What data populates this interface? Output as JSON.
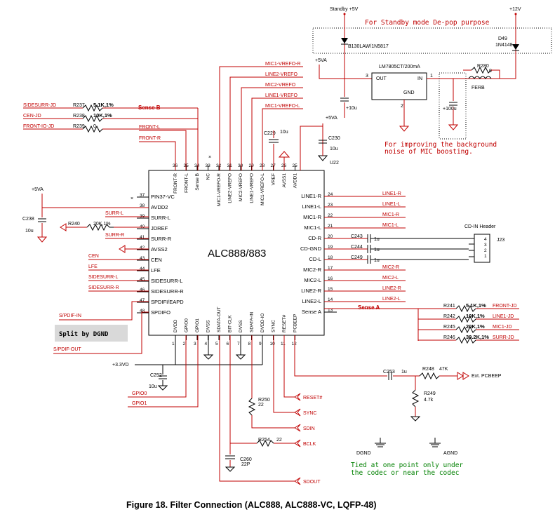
{
  "figure": {
    "caption": "Figure 18.    Filter Connection (ALC888, ALC888-VC, LQFP-48)"
  },
  "chip": {
    "name": "ALC888/883"
  },
  "pins": {
    "top": [
      {
        "num": "36",
        "name": "FRONT-R"
      },
      {
        "num": "35",
        "name": "FRONT-L"
      },
      {
        "num": "34",
        "name": "Sense B"
      },
      {
        "num": "33",
        "name": "NC"
      },
      {
        "num": "32",
        "name": "MIC1-VREFO-R"
      },
      {
        "num": "31",
        "name": "LINE2-VREFO"
      },
      {
        "num": "30",
        "name": "MIC2-VREFO"
      },
      {
        "num": "29",
        "name": "LINE1-VREFO"
      },
      {
        "num": "28",
        "name": "MIC1-VREFO-L"
      },
      {
        "num": "27",
        "name": "VREF"
      },
      {
        "num": "26",
        "name": "AVSS1"
      },
      {
        "num": "25",
        "name": "AVDD1"
      }
    ],
    "left": [
      {
        "num": "37",
        "name": "PIN37-VC"
      },
      {
        "num": "38",
        "name": "AVDD2"
      },
      {
        "num": "39",
        "name": "SURR-L"
      },
      {
        "num": "40",
        "name": "JDREF"
      },
      {
        "num": "41",
        "name": "SURR-R"
      },
      {
        "num": "42",
        "name": "AVSS2"
      },
      {
        "num": "43",
        "name": "CEN"
      },
      {
        "num": "44",
        "name": "LFE"
      },
      {
        "num": "45",
        "name": "SIDESURR-L"
      },
      {
        "num": "46",
        "name": "SIDESURR-R"
      },
      {
        "num": "47",
        "name": "SPDIFI/EAPD"
      },
      {
        "num": "48",
        "name": "SPDIFO"
      }
    ],
    "right": [
      {
        "num": "24",
        "name": "LINE1-R"
      },
      {
        "num": "23",
        "name": "LINE1-L"
      },
      {
        "num": "22",
        "name": "MIC1-R"
      },
      {
        "num": "21",
        "name": "MIC1-L"
      },
      {
        "num": "20",
        "name": "CD-R"
      },
      {
        "num": "19",
        "name": "CD-GND"
      },
      {
        "num": "18",
        "name": "CD-L"
      },
      {
        "num": "17",
        "name": "MIC2-R"
      },
      {
        "num": "16",
        "name": "MIC2-L"
      },
      {
        "num": "15",
        "name": "LINE2-R"
      },
      {
        "num": "14",
        "name": "LINE2-L"
      },
      {
        "num": "13",
        "name": "Sense A"
      }
    ],
    "bottom": [
      {
        "num": "1",
        "name": "DVDD"
      },
      {
        "num": "2",
        "name": "GPIO0"
      },
      {
        "num": "3",
        "name": "GPIO1"
      },
      {
        "num": "4",
        "name": "DVSS"
      },
      {
        "num": "5",
        "name": "SDATA-OUT"
      },
      {
        "num": "6",
        "name": "BIT-CLK"
      },
      {
        "num": "7",
        "name": "DVSS"
      },
      {
        "num": "8",
        "name": "SDATA-IN"
      },
      {
        "num": "9",
        "name": "DVDD-IO"
      },
      {
        "num": "10",
        "name": "SYNC"
      },
      {
        "num": "11",
        "name": "RESET#"
      },
      {
        "num": "12",
        "name": "PCBEEP"
      }
    ]
  },
  "nets": {
    "top": [
      "MIC1-VREFO-R",
      "LINE2-VREFO",
      "MIC2-VREFO",
      "LINE1-VREFO",
      "MIC1-VREFO-L"
    ],
    "front_r": "FRONT-R",
    "front_l": "FRONT-L",
    "left": [
      "SURR-L",
      "SURR-R",
      "CEN",
      "LFE",
      "SIDESURR-L",
      "SIDESURR-R"
    ],
    "spdif_in": "S/PDIF-IN",
    "spdif_out": "S/PDIF-OUT",
    "right": [
      "LINE1-R",
      "LINE1-L",
      "MIC1-R",
      "MIC1-L",
      "MIC2-R",
      "MIC2-L",
      "LINE2-R",
      "LINE2-L"
    ],
    "gpio0": "GPIO0",
    "gpio1": "GPIO1"
  },
  "sense_b": {
    "label": "Sense B",
    "rows": [
      {
        "net": "SIDESURR-JD",
        "ref": "R237",
        "val": "5.1K,1%"
      },
      {
        "net": "CEN-JD",
        "ref": "R238",
        "val": "10K,1%"
      },
      {
        "net": "FRONT-IO-JD",
        "ref": "R239",
        "val": "0"
      }
    ]
  },
  "sense_a": {
    "label": "Sense A",
    "rows": [
      {
        "ref": "R241",
        "val": "5.1K,1%",
        "net": "FRONT-JD"
      },
      {
        "ref": "R242",
        "val": "10K,1%",
        "net": "LINE1-JD"
      },
      {
        "ref": "R245",
        "val": "20K,1%",
        "net": "MIC1-JD"
      },
      {
        "ref": "R246",
        "val": "39.2K,1%",
        "net": "SURR-JD"
      }
    ]
  },
  "parts": {
    "c229": "C229",
    "c229v": "10u",
    "c230": "C230",
    "c230v": "10u",
    "u22": "U22",
    "vref": "+5VA",
    "c238": "C238",
    "c238v": "10u",
    "vref2": "+5VA",
    "r240": "R240",
    "r240v": "20K,1%",
    "c243": "C243",
    "c244": "C244",
    "c249": "C249",
    "cv": "1u",
    "cdin": "CD-IN Header",
    "j23": "J23",
    "jpins": [
      "4",
      "3",
      "2",
      "1"
    ],
    "c252": "C252",
    "c252v": "10u",
    "v33": "+3.3VD",
    "r250": "R250",
    "r250v": "22",
    "r254": "R254",
    "r254v": "22",
    "c260": "C260",
    "c260v": "22P",
    "c253": "C253",
    "c253v": "1u",
    "r248": "R248",
    "r248v": "47K",
    "r249": "R249",
    "r249v": "4.7k",
    "pcbeep": "Ext. PCBEEP",
    "sig": {
      "reset": "RESET#",
      "sync": "SYNC",
      "sdin": "SDIN",
      "bclk": "BCLK",
      "sdout": "SDOUT"
    },
    "split": "Split by DGND"
  },
  "psu": {
    "standby": "Standby +5V",
    "v12": "+12V",
    "note1": "For Standby mode De-pop purpose",
    "diode1": "B130LAW/1N5817",
    "d49": "D49",
    "d49v": "1N4148",
    "reg": "LM7805CT/200mA",
    "out": "OUT",
    "in": "IN",
    "gnd": "GND",
    "p3": "3",
    "p1": "1",
    "p2": "2",
    "v5a": "+5VA",
    "c10": "+10u",
    "r280": "R280",
    "r280v": "0",
    "ferb": "FERB",
    "c100": "+100u",
    "note2a": "For improving the background",
    "note2b": "noise of MIC boosting."
  },
  "ground": {
    "dgnd": "DGND",
    "agnd": "AGND",
    "note_a": "Tied at one point only under",
    "note_b": "the codec or near the codec"
  }
}
